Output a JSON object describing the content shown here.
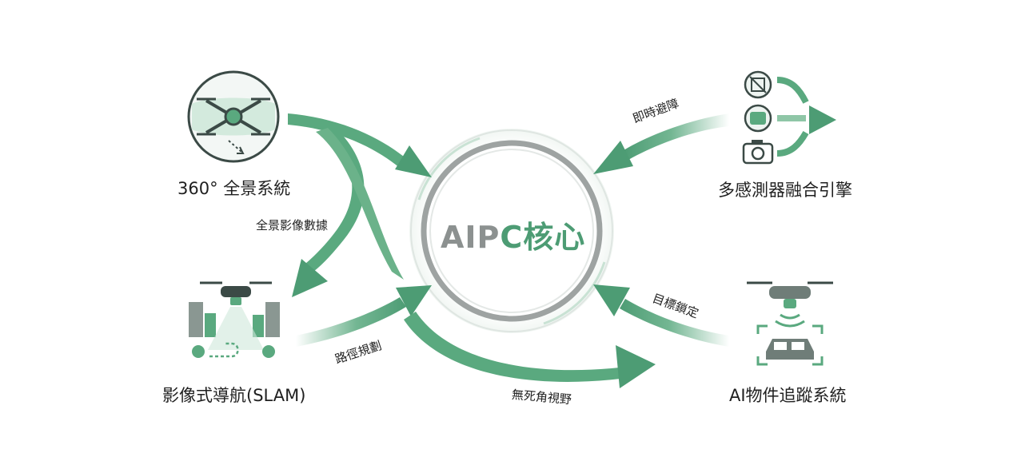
{
  "core": {
    "title_part1": "AIP",
    "title_part2": "C核心"
  },
  "nodes": {
    "panorama": "360° 全景系統",
    "sensor_fusion": "多感測器融合引擎",
    "slam": "影像式導航(SLAM)",
    "tracking": "AI物件追蹤系統"
  },
  "edges": {
    "panorama_data": "全景影像數據",
    "avoidance": "即時避障",
    "path_planning": "路徑規劃",
    "target_lock": "目標鎖定",
    "no_blind_spot": "無死角視野"
  },
  "colors": {
    "accent_green": "#4d9c74",
    "arrow_green": "#5aa97f",
    "light_green": "#cfe8da",
    "ring_gray": "#9ea3a2",
    "icon_dark": "#3b4a46"
  }
}
